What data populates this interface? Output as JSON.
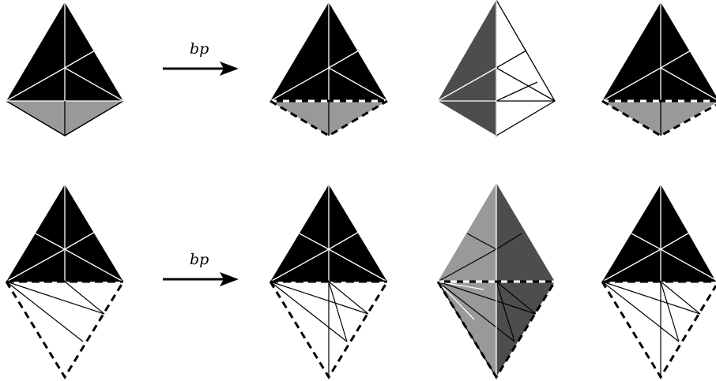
{
  "arrows": [
    {
      "label": "bp"
    },
    {
      "label": "bp"
    }
  ],
  "colors": {
    "black": "#000000",
    "light_gray": "#999999",
    "dark_gray": "#4d4d4d",
    "white": "#ffffff"
  },
  "rows": [
    {
      "description_free": true,
      "panels": [
        {
          "id": "r1-p1",
          "bottom": "gray-solid"
        },
        {
          "id": "r1-p2",
          "bottom": "gray-dashed"
        },
        {
          "id": "r1-p3",
          "style": "half-gray"
        },
        {
          "id": "r1-p4",
          "bottom": "gray-dashed"
        }
      ]
    },
    {
      "panels": [
        {
          "id": "r2-p1",
          "bottom": "white-fan-dashed"
        },
        {
          "id": "r2-p2",
          "bottom": "white-fan-dashed"
        },
        {
          "id": "r2-p3",
          "style": "gray-diamond"
        },
        {
          "id": "r2-p4",
          "bottom": "white-fan-dashed"
        }
      ]
    }
  ]
}
